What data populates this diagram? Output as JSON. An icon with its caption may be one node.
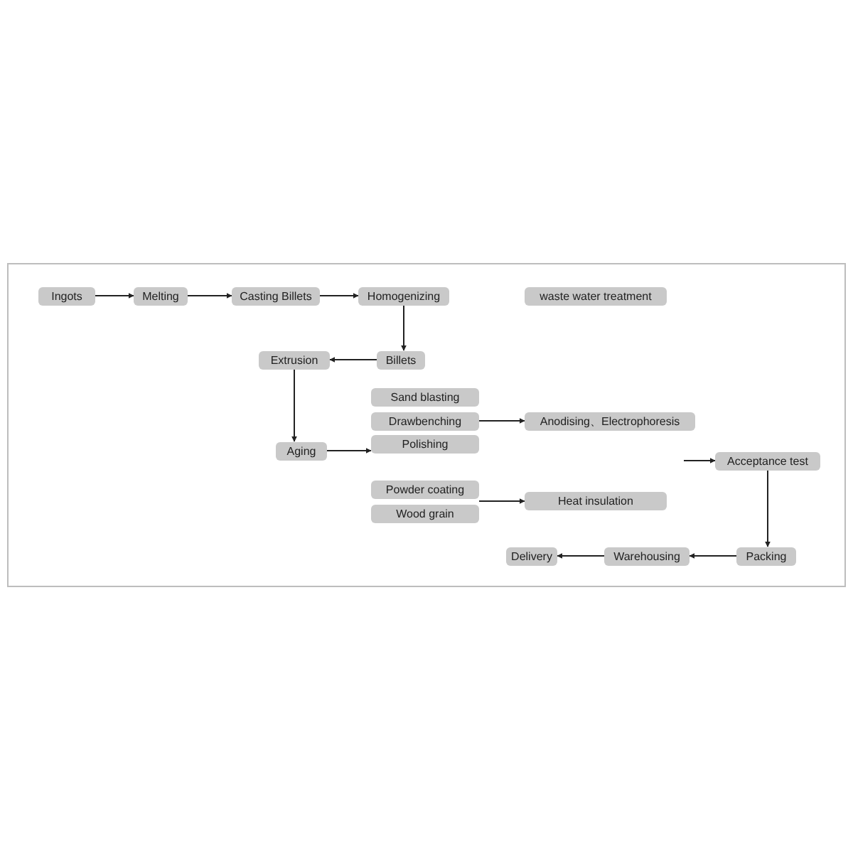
{
  "diagram": {
    "nodes": [
      {
        "text": [
          "Ingots"
        ]
      },
      {
        "text": [
          "Melting"
        ]
      },
      {
        "text": [
          "Casting Billets"
        ]
      },
      {
        "text": [
          "Homogenizing"
        ]
      },
      {
        "text": [
          "waste water treatment"
        ]
      },
      {
        "text": [
          "Billets"
        ]
      },
      {
        "text": [
          "Extrusion"
        ]
      },
      {
        "text": [
          "Aging"
        ]
      },
      {
        "text": [
          "Sand blasting"
        ]
      },
      {
        "text": [
          "Drawbenching"
        ]
      },
      {
        "text": [
          "Polishing"
        ]
      },
      {
        "text": [
          "Anodising、Electrophoresis"
        ]
      },
      {
        "text": [
          "Acceptance test"
        ]
      },
      {
        "text": [
          "Powder coating"
        ]
      },
      {
        "text": [
          "Wood grain"
        ]
      },
      {
        "text": [
          "Heat insulation"
        ]
      },
      {
        "text": [
          "Delivery"
        ]
      },
      {
        "text": [
          "Warehousing"
        ]
      },
      {
        "text": [
          "Packing"
        ]
      }
    ],
    "edges": [
      {
        "from": 0,
        "to": 1,
        "arrow": "to"
      },
      {
        "from": 1,
        "to": 2,
        "arrow": "to"
      },
      {
        "from": 2,
        "to": 3,
        "arrow": "to"
      },
      {
        "from": 3,
        "to": 5,
        "arrow": "to"
      },
      {
        "from": 5,
        "to": 6,
        "arrow": "to"
      },
      {
        "from": 6,
        "to": 7,
        "arrow": "to"
      },
      {
        "from": 7,
        "to": 10,
        "arrow": "to"
      },
      {
        "from": 9,
        "to": 11,
        "arrow": "to"
      },
      {
        "from": null,
        "to": 12,
        "arrow": "to"
      },
      {
        "from": 13,
        "to": 15,
        "arrow": "to"
      },
      {
        "from": 14,
        "to": 15,
        "arrow": "to"
      },
      {
        "from": 12,
        "to": 18,
        "arrow": "to"
      },
      {
        "from": 18,
        "to": 17,
        "arrow": "to"
      },
      {
        "from": 17,
        "to": 16,
        "arrow": "to"
      }
    ]
  }
}
